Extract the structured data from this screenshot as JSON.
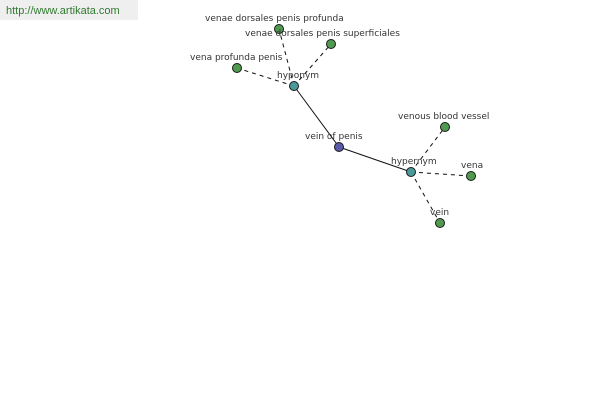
{
  "watermark": {
    "text": "http://www.artikata.com"
  },
  "colors": {
    "center": "#5a5aa8",
    "relation": "#4a9a9a",
    "leaf": "#4f9a4f"
  },
  "graph": {
    "nodes": [
      {
        "id": "vein-of-penis",
        "label": "vein of penis",
        "kind": "center"
      },
      {
        "id": "hyponym",
        "label": "hyponym",
        "kind": "relation"
      },
      {
        "id": "hypernym",
        "label": "hypernym",
        "kind": "relation"
      },
      {
        "id": "venae-dorsales-penis-profunda",
        "label": "venae dorsales penis profunda",
        "kind": "leaf"
      },
      {
        "id": "venae-dorsales-penis-superficiales",
        "label": "venae dorsales penis superficiales",
        "kind": "leaf"
      },
      {
        "id": "vena-profunda-penis",
        "label": "vena profunda penis",
        "kind": "leaf"
      },
      {
        "id": "venous-blood-vessel",
        "label": "venous blood vessel",
        "kind": "leaf"
      },
      {
        "id": "vena",
        "label": "vena",
        "kind": "leaf"
      },
      {
        "id": "vein",
        "label": "vein",
        "kind": "leaf"
      }
    ],
    "edges": [
      {
        "from": "vein-of-penis",
        "to": "hyponym",
        "style": "solid"
      },
      {
        "from": "vein-of-penis",
        "to": "hypernym",
        "style": "solid"
      },
      {
        "from": "hyponym",
        "to": "venae-dorsales-penis-profunda",
        "style": "dashed"
      },
      {
        "from": "hyponym",
        "to": "venae-dorsales-penis-superficiales",
        "style": "dashed"
      },
      {
        "from": "hyponym",
        "to": "vena-profunda-penis",
        "style": "dashed"
      },
      {
        "from": "hypernym",
        "to": "venous-blood-vessel",
        "style": "dashed"
      },
      {
        "from": "hypernym",
        "to": "vena",
        "style": "dashed"
      },
      {
        "from": "hypernym",
        "to": "vein",
        "style": "dashed"
      }
    ]
  }
}
